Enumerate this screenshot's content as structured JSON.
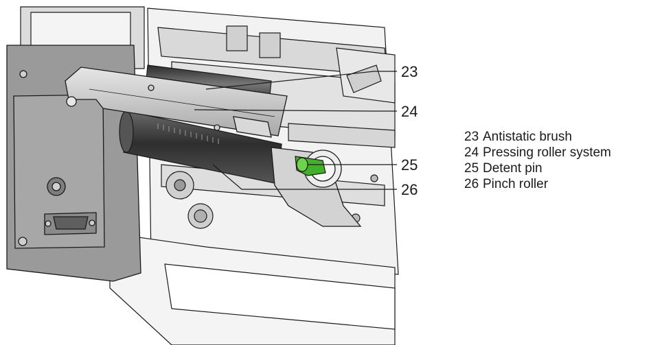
{
  "callouts": [
    {
      "number": "23",
      "label": "Antistatic brush"
    },
    {
      "number": "24",
      "label": "Pressing roller system"
    },
    {
      "number": "25",
      "label": "Detent pin"
    },
    {
      "number": "26",
      "label": "Pinch roller"
    }
  ],
  "colors": {
    "housing": "#9a9a9a",
    "metal": "#cfcfcf",
    "roller": "#3a3a3a",
    "detent_pin": "#44b02a",
    "line": "#1a1a1a"
  }
}
